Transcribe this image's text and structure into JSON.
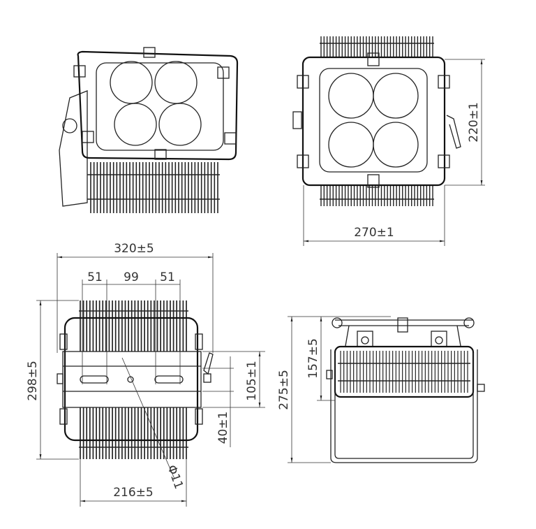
{
  "views": {
    "front_top": {
      "width": "270±1",
      "height": "220±1"
    },
    "side": {
      "overall_width": "320±5",
      "slot_left": "51",
      "slot_spacing": "99",
      "slot_right": "51",
      "overall_height": "298±5",
      "bracket_height": "105±1",
      "bracket_offset": "40±1",
      "hole_diameter": "Φ11",
      "fin_width": "216±5"
    },
    "profile": {
      "overall_height": "275±5",
      "pivot_height": "157±5"
    }
  },
  "colors": {
    "line": "#222222",
    "background": "#ffffff"
  }
}
